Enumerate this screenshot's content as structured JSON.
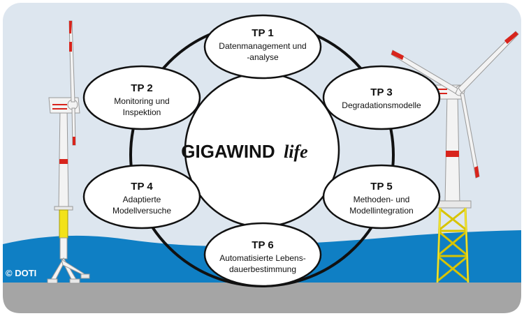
{
  "center": {
    "main": "GIGAWIND",
    "sub": "life"
  },
  "packages": [
    {
      "id": "tp1",
      "title": "TP 1",
      "lines": [
        "Datenmanagement und",
        "-analyse"
      ]
    },
    {
      "id": "tp2",
      "title": "TP 2",
      "lines": [
        "Monitoring und",
        "Inspektion"
      ]
    },
    {
      "id": "tp3",
      "title": "TP 3",
      "lines": [
        "Degradationsmodelle"
      ]
    },
    {
      "id": "tp4",
      "title": "TP 4",
      "lines": [
        "Adaptierte",
        "Modellversuche"
      ]
    },
    {
      "id": "tp5",
      "title": "TP 5",
      "lines": [
        "Methoden- und",
        "Modellintegration"
      ]
    },
    {
      "id": "tp6",
      "title": "TP 6",
      "lines": [
        "Automatisierte Lebens-",
        "dauerbestimmung"
      ]
    }
  ],
  "copyright": "© DOTI",
  "colors": {
    "sky": "#dde6ef",
    "sea": "#0f7fc4",
    "seabed": "#a5a5a5",
    "outline": "#111111",
    "stripe": "#d8241c",
    "monopile": "#f2e21a",
    "jacket": "#f2e21a"
  }
}
